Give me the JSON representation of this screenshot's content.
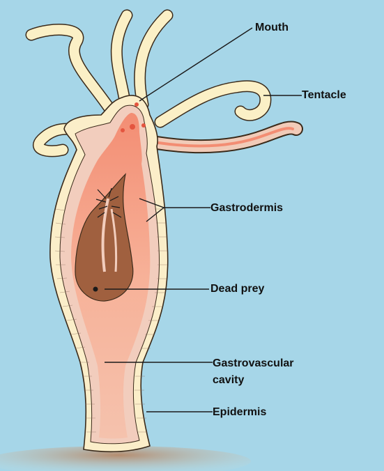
{
  "colors": {
    "background": "#a6d6e8",
    "epidermis": "#fbeec9",
    "gastrodermis": "#f2cdbd",
    "cavity": "#f5a88e",
    "prey": "#a0603f",
    "tentacle": "#fbf0c6",
    "ground": "#a8836a"
  },
  "labels": {
    "mouth": "Mouth",
    "tentacle": "Tentacle",
    "gastrodermis": "Gastrodermis",
    "dead_prey": "Dead prey",
    "gastrovascular_line1": "Gastrovascular",
    "gastrovascular_line2": "cavity",
    "epidermis": "Epidermis"
  }
}
